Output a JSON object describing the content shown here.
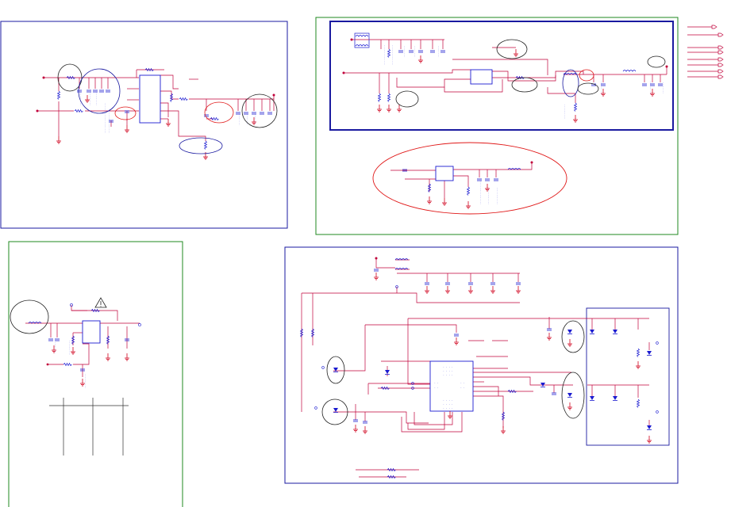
{
  "colors": {
    "wire": "#c0003a",
    "component": "#1b1bd0",
    "ground": "#d0001c",
    "frame_blue": "#1a1aa0",
    "frame_green": "#1f8a1f",
    "highlight_red": "#e01818",
    "highlight_dark": "#202020",
    "dashed": "#2a2a2a"
  },
  "icons": {
    "warning": "warning-triangle-icon"
  },
  "sheet": {
    "panels": [
      {
        "id": "panel-top-left",
        "frame": "blue"
      },
      {
        "id": "panel-top-right",
        "frame": "green",
        "inner_frame": "blue"
      },
      {
        "id": "panel-bottom-left",
        "frame": "green"
      },
      {
        "id": "panel-bottom-right",
        "frame": "blue"
      }
    ],
    "tiny_labels_note": "component reference texts are rendered too small to read"
  }
}
